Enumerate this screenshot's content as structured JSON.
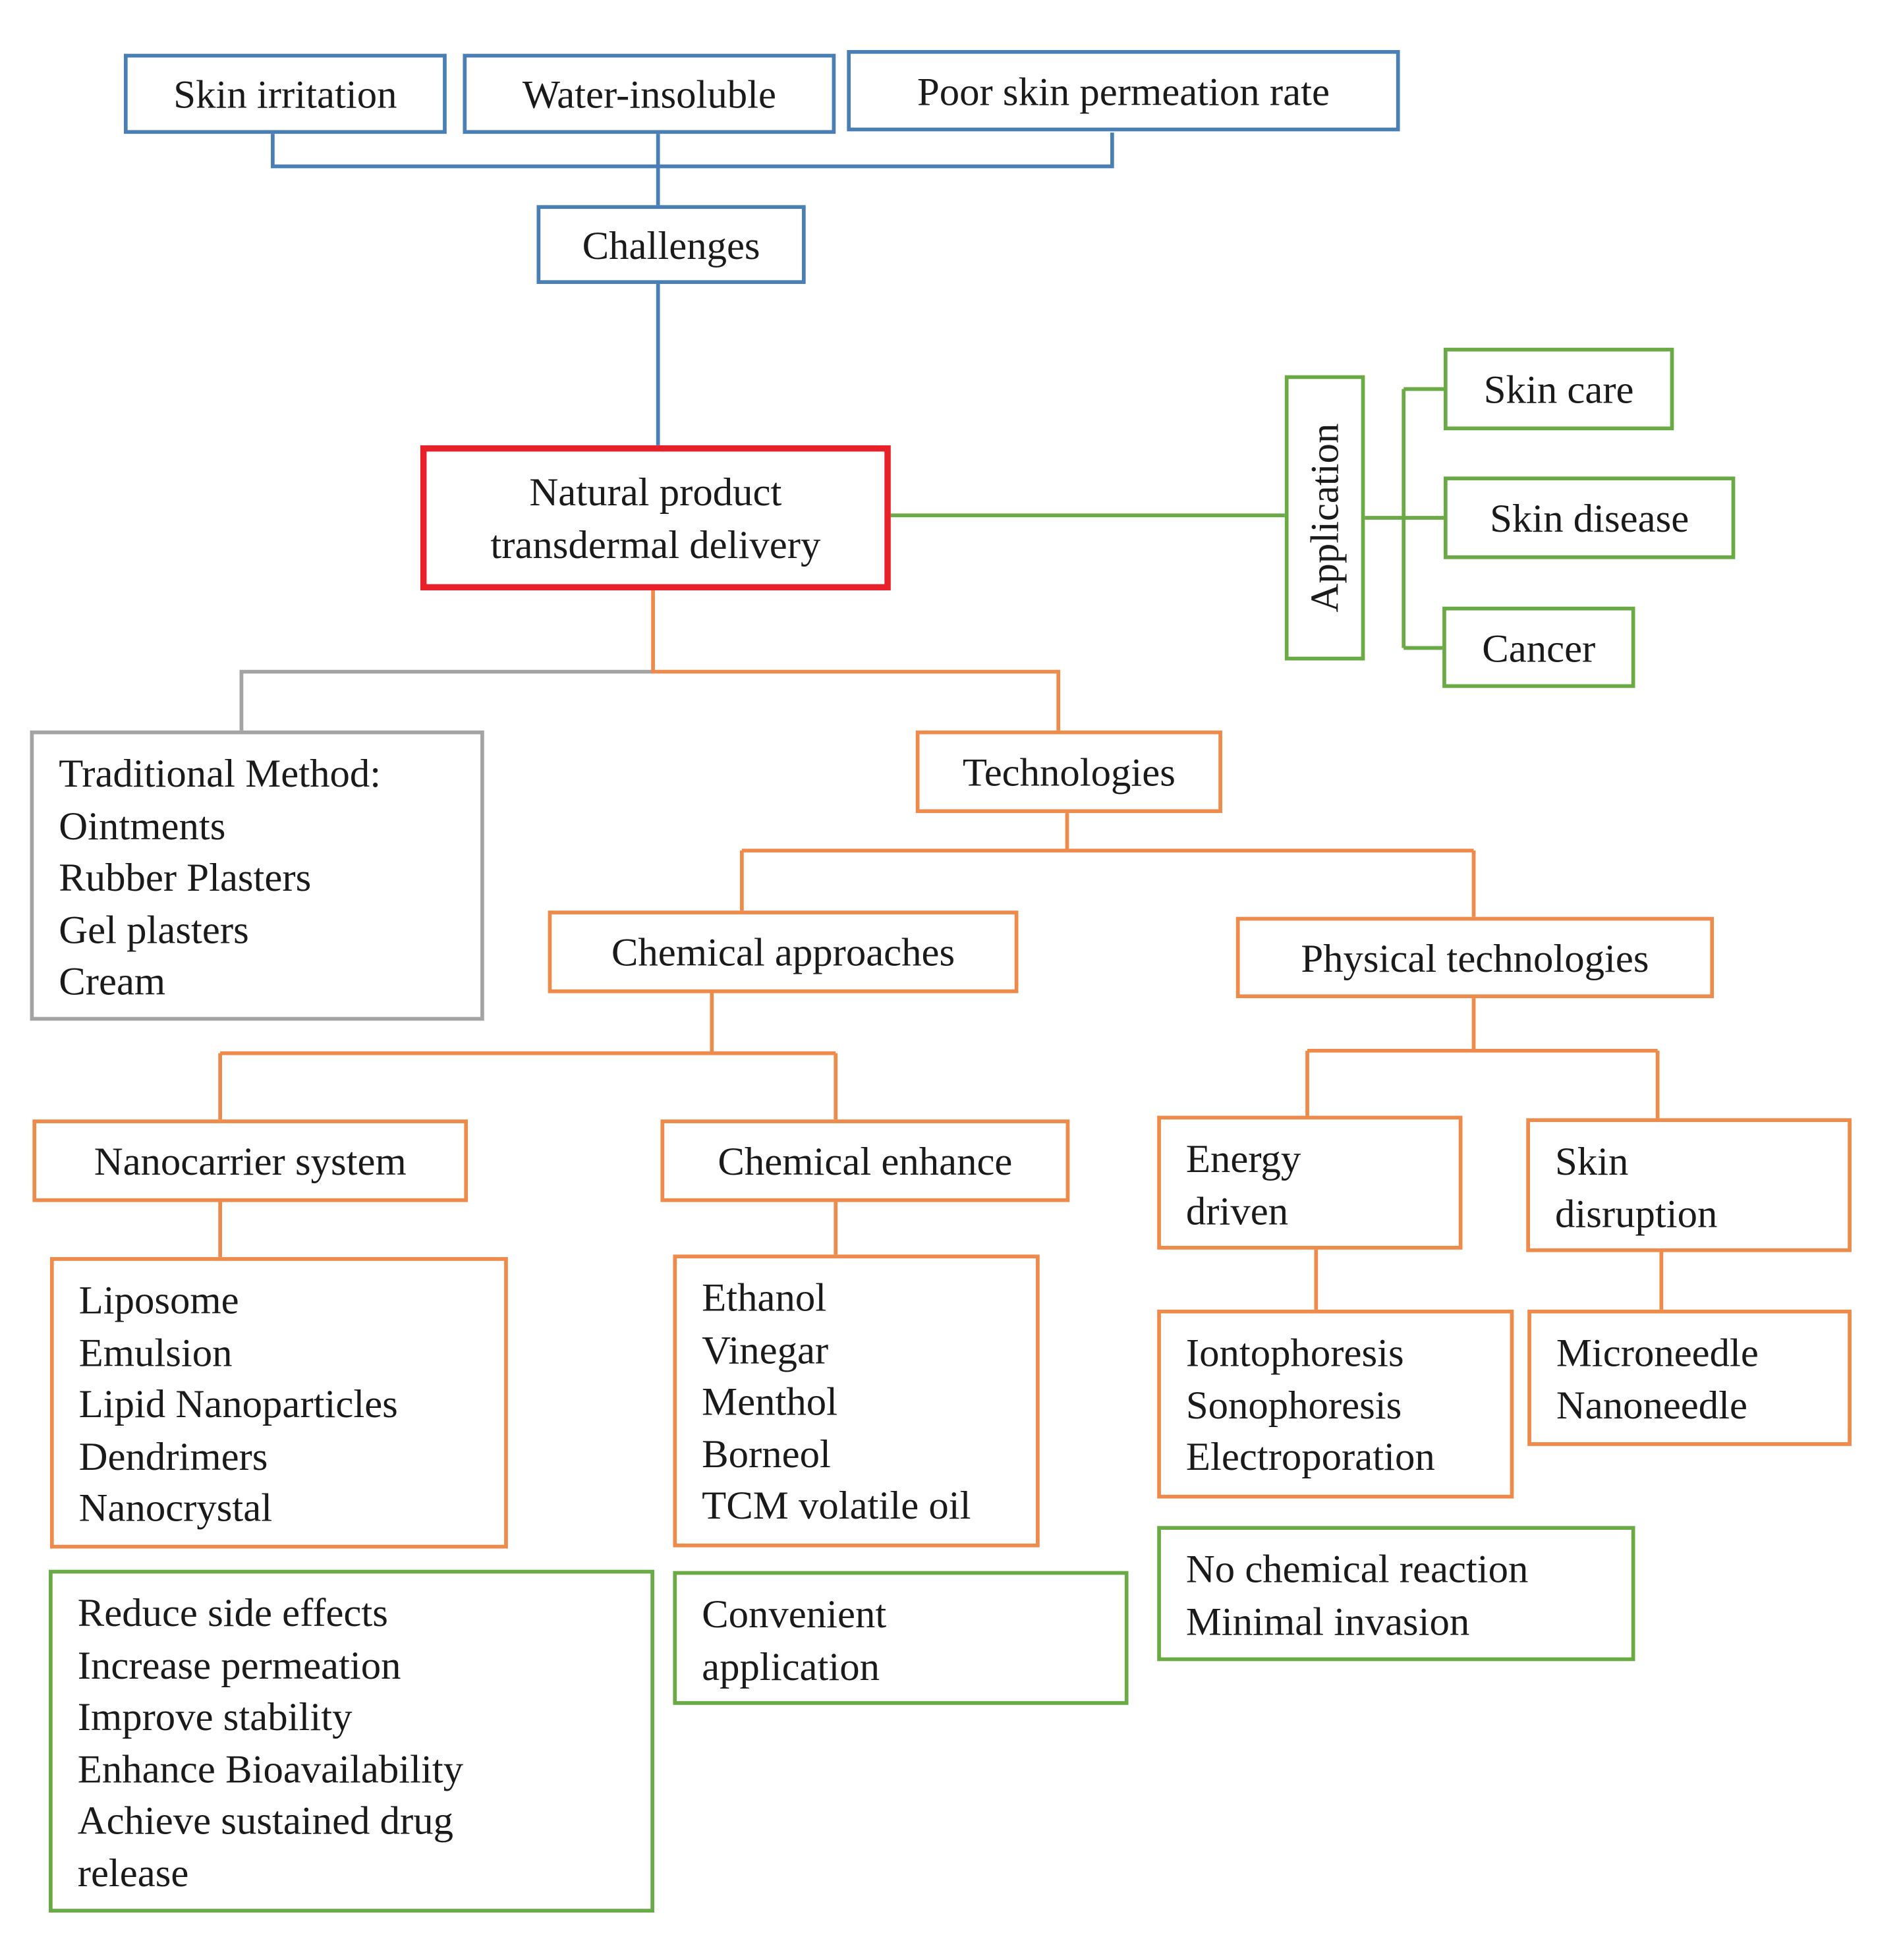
{
  "colors": {
    "challenges": "#4a7fb5",
    "root": "#e8202a",
    "application": "#6aaa45",
    "technologies": "#ee8a4a",
    "traditional": "#a3a3a3"
  },
  "challenges": {
    "items": [
      "Skin irritation",
      "Water-insoluble",
      "Poor skin permeation rate"
    ],
    "label": "Challenges"
  },
  "root": {
    "lines": [
      "Natural product",
      "transdermal delivery"
    ]
  },
  "application": {
    "label": "Application",
    "items": [
      "Skin care",
      "Skin disease",
      "Cancer"
    ]
  },
  "traditional": {
    "lines": [
      "Traditional Method:",
      "Ointments",
      "Rubber Plasters",
      "Gel plasters",
      "Cream"
    ]
  },
  "technologies": {
    "label": "Technologies",
    "chemical": {
      "label": "Chemical approaches",
      "nanocarrier": {
        "label": "Nanocarrier system",
        "items": [
          "Liposome",
          "Emulsion",
          "Lipid Nanoparticles",
          "Dendrimers",
          "Nanocrystal"
        ],
        "benefits": [
          "Reduce side effects",
          "Increase permeation",
          "Improve stability",
          "Enhance Bioavailability",
          "Achieve sustained drug",
          "release"
        ]
      },
      "enhance": {
        "label": "Chemical enhance",
        "items": [
          "Ethanol",
          "Vinegar",
          "Menthol",
          "Borneol",
          "TCM volatile oil"
        ],
        "benefits": [
          "Convenient",
          "application"
        ]
      }
    },
    "physical": {
      "label": "Physical technologies",
      "energy": {
        "label": [
          "Energy",
          "driven"
        ],
        "items": [
          "Iontophoresis",
          "Sonophoresis",
          "Electroporation"
        ]
      },
      "disruption": {
        "label": [
          "Skin",
          "disruption"
        ],
        "items": [
          "Microneedle",
          "Nanoneedle"
        ]
      },
      "benefits": [
        "No chemical reaction",
        "Minimal invasion"
      ]
    }
  }
}
